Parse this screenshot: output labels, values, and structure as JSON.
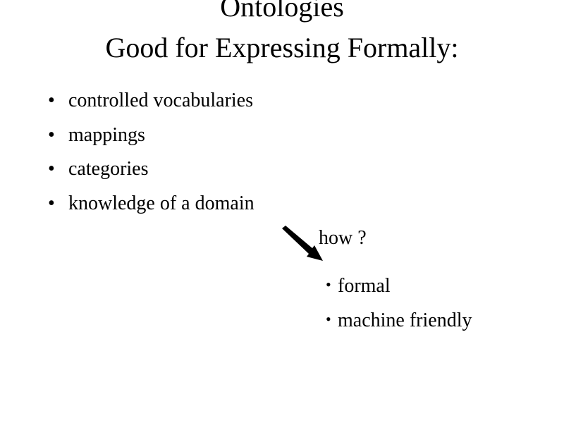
{
  "slide": {
    "title_line_1": "Ontologies",
    "title_line_2": "Good for Expressing Formally:",
    "bullets": [
      "controlled vocabularies",
      "mappings",
      "categories",
      "knowledge of a domain"
    ],
    "how_label": "how ?",
    "sub_bullets": [
      "formal",
      "machine friendly"
    ],
    "bullet_glyph": "•",
    "arrow_icon": "arrow-down-right-icon",
    "colors": {
      "text": "#000000",
      "background": "#ffffff"
    }
  }
}
